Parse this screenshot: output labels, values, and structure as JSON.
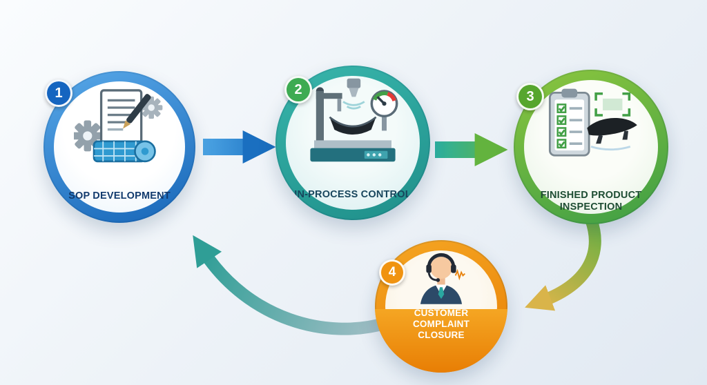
{
  "diagram": {
    "background": {
      "gradient_from": "#fafcfe",
      "gradient_to": "#e1e9f2"
    },
    "steps": [
      {
        "number": "1",
        "label": "SOP DEVELOPMENT",
        "icon": "document-pen-gears-blueprint-icon",
        "ring_from": "#58a8e8",
        "ring_to": "#1766b8",
        "badge": "#1565c0",
        "label_color": "#123a6d"
      },
      {
        "number": "2",
        "label": "IN-PROCESS CONTROL",
        "icon": "measurement-machine-gauge-icon",
        "ring_from": "#38b5ab",
        "ring_to": "#1f8f8a",
        "badge": "#3dab52",
        "label_color": "#17455c"
      },
      {
        "number": "3",
        "label": "FINISHED PRODUCT INSPECTION",
        "icon": "checklist-spoiler-scan-icon",
        "ring_from": "#8cc63e",
        "ring_to": "#3e9e45",
        "badge": "#56a62e",
        "label_color": "#1e4d33"
      },
      {
        "number": "4",
        "label": "CUSTOMER COMPLAINT CLOSURE",
        "icon": "support-agent-headset-icon",
        "ring_from": "#f5a623",
        "ring_to": "#e87e04",
        "badge": "#f09310",
        "label_color": "#ffffff"
      }
    ],
    "arrows": [
      {
        "name": "step1-to-step2",
        "from": "#4ba3e3",
        "to": "#1a6fc0"
      },
      {
        "name": "step2-to-step3",
        "from": "#2bb0a2",
        "to": "#63b33e"
      },
      {
        "name": "step3-to-step4",
        "from": "#6fb043",
        "to": "#d9b44a"
      },
      {
        "name": "step4-to-step1",
        "from": "#a3bfc6",
        "to": "#2f9e96"
      }
    ]
  }
}
